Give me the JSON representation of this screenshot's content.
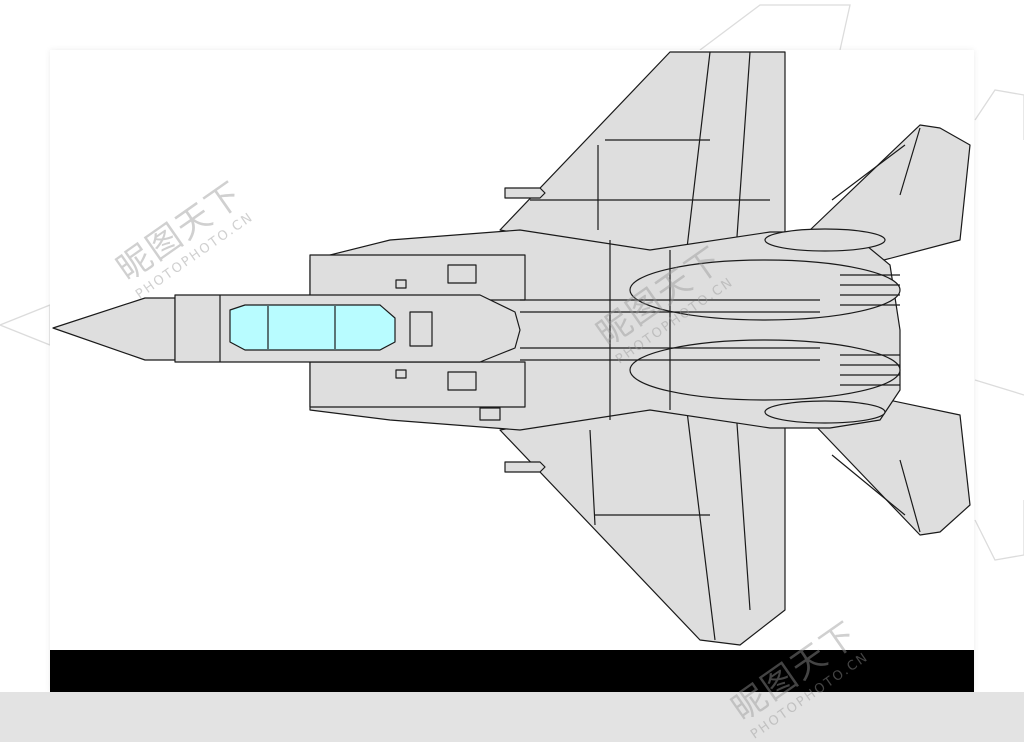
{
  "image": {
    "subject": "fighter jet top-view line drawing",
    "colors": {
      "fuselage_fill": "#dedede",
      "outline": "#1a1a1a",
      "canopy": "#b8fcff",
      "frame_bar": "#000000",
      "floor": "#e3e3e3",
      "watermark": "#9a9a9a"
    }
  },
  "watermark": {
    "brand_cn": "昵图天下",
    "brand_en": "PHOTOPHOTO.CN"
  }
}
